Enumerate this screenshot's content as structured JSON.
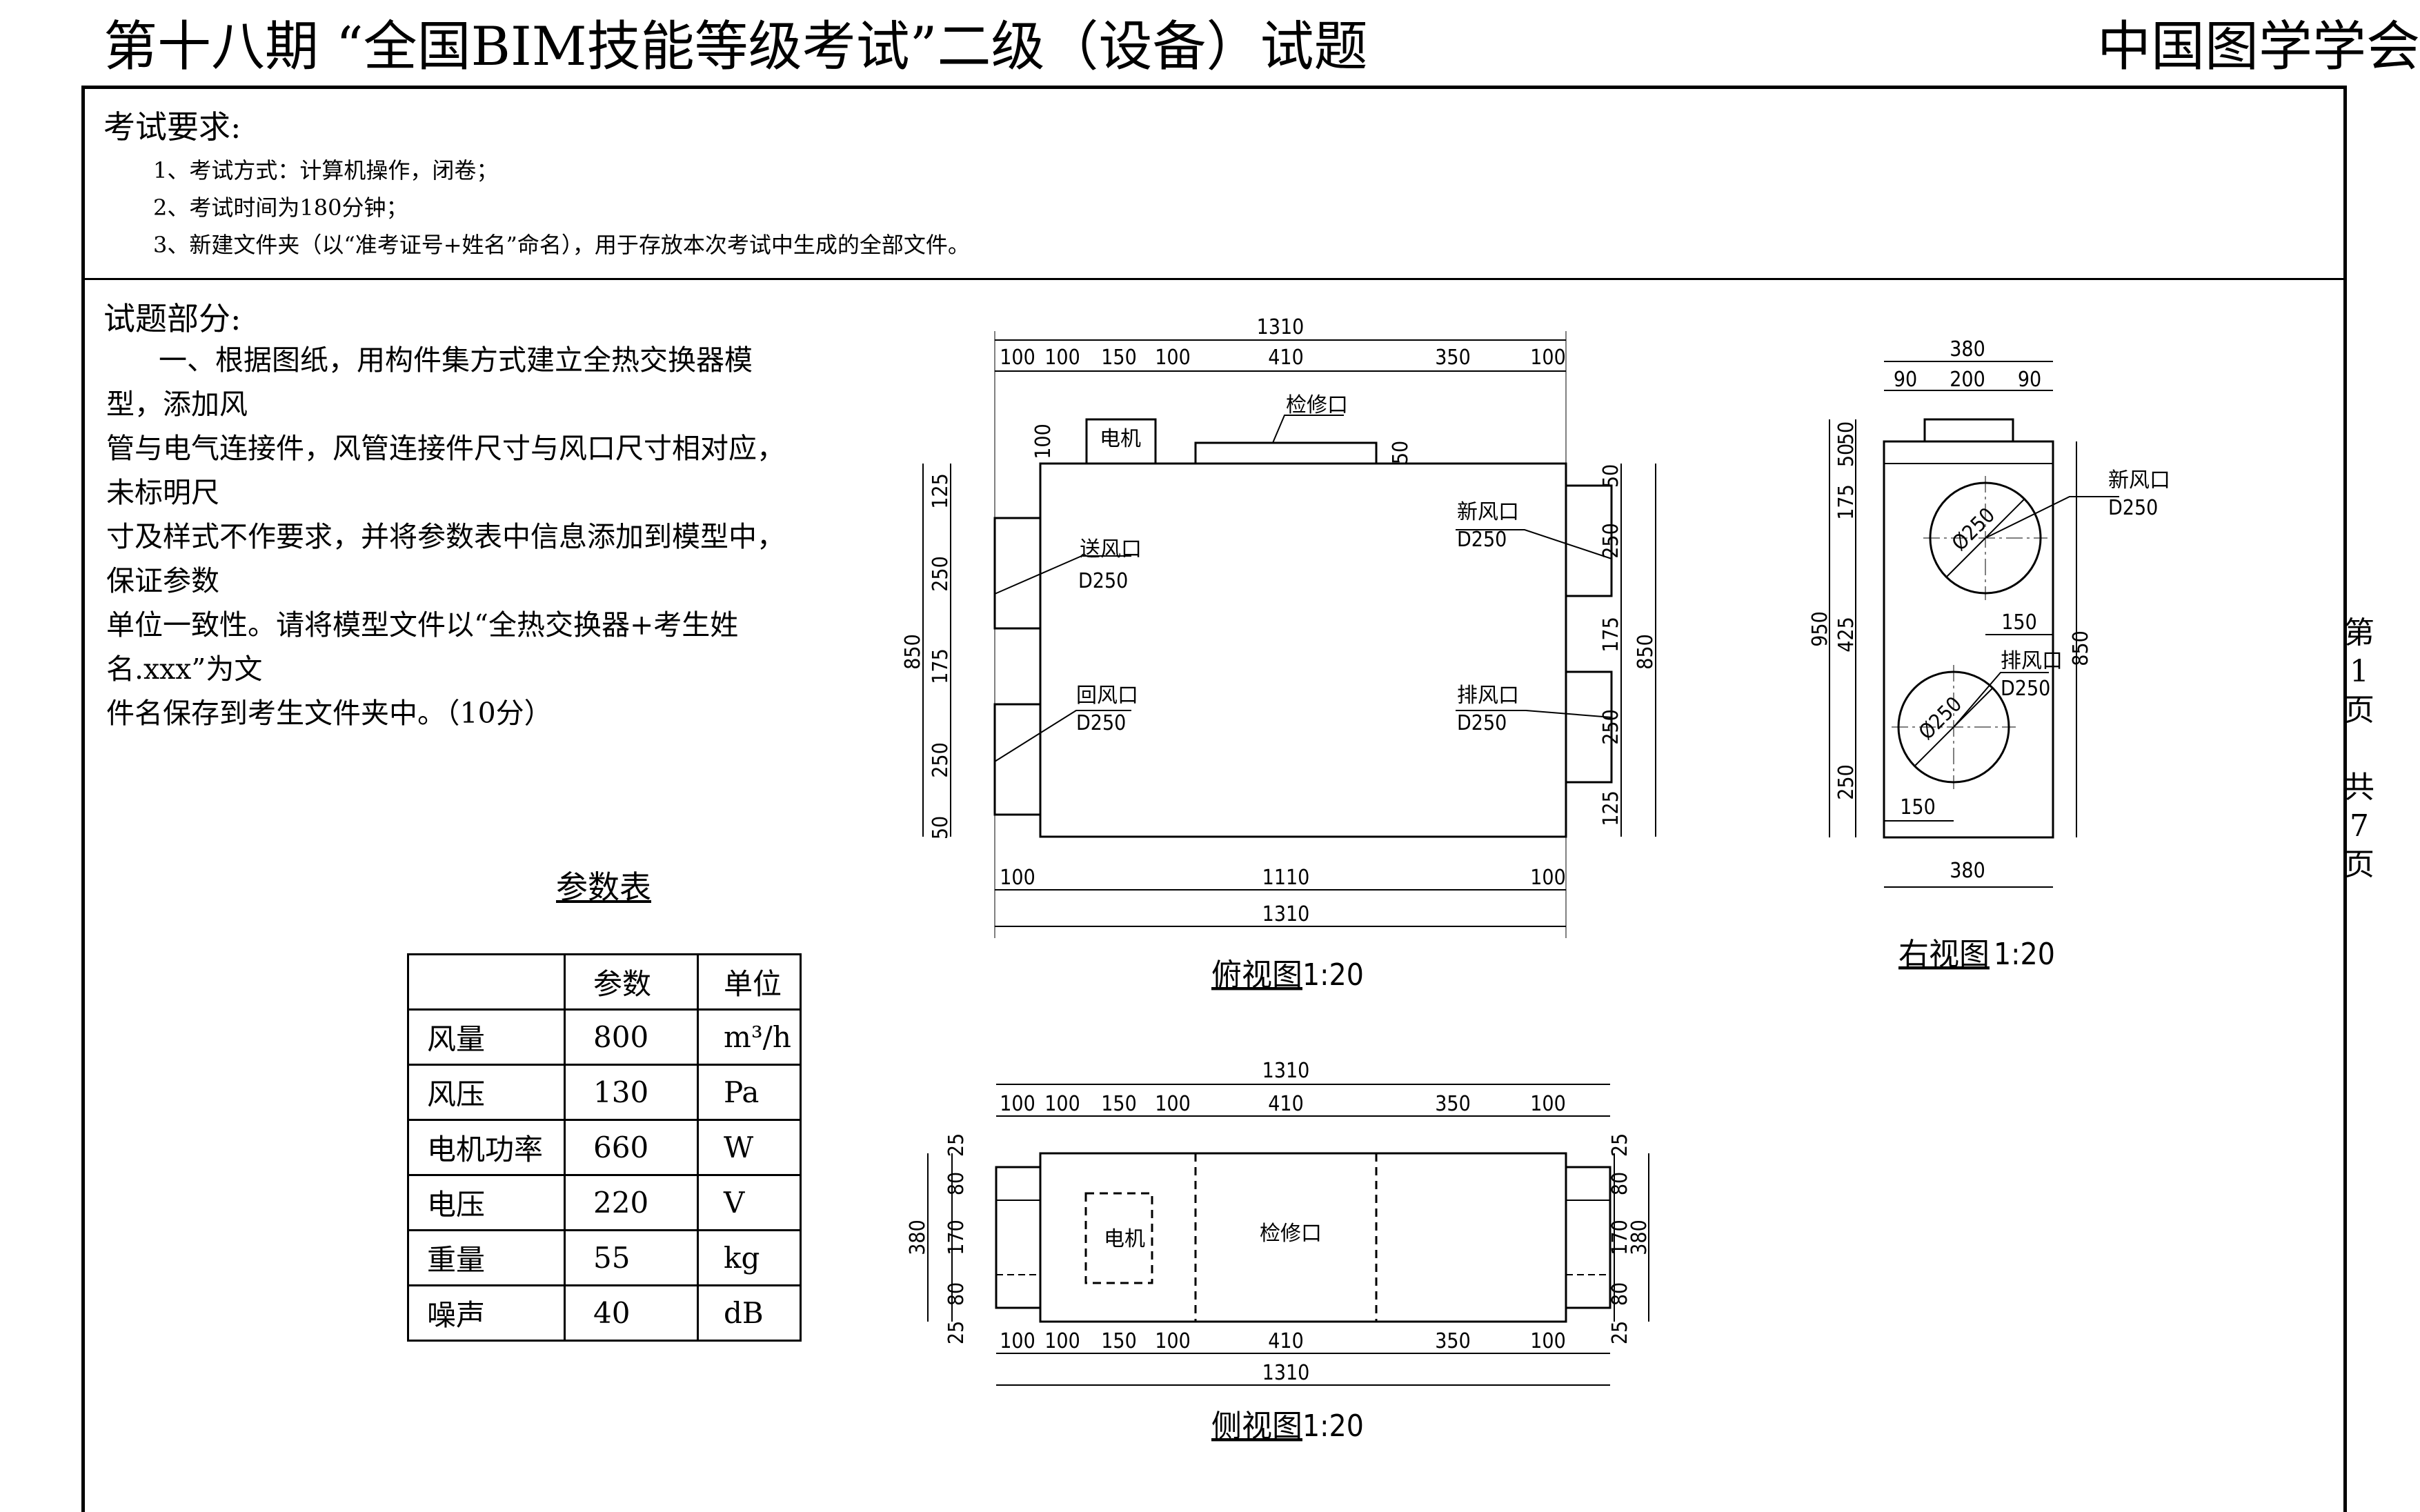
{
  "header": {
    "title": "第十八期 “全国BIM技能等级考试”二级（设备）试题",
    "org": "中国图学学会"
  },
  "requirements": {
    "title": "考试要求:",
    "items": [
      "1、考试方式：计算机操作，闭卷；",
      "2、考试时间为180分钟；",
      "3、新建文件夹（以“准考证号+姓名”命名），用于存放本次考试中生成的全部文件。"
    ]
  },
  "questions": {
    "title": "试题部分:",
    "q1_lines": [
      "一、根据图纸，用构件集方式建立全热交换器模型，添加风",
      "管与电气连接件，风管连接件尺寸与风口尺寸相对应，未标明尺",
      "寸及样式不作要求，并将参数表中信息添加到模型中，保证参数",
      "单位一致性。请将模型文件以“全热交换器+考生姓名.xxx”为文",
      "件名保存到考生文件夹中。（10分）"
    ]
  },
  "param_table": {
    "title": "参数表",
    "headers": [
      "",
      "参数",
      "单位"
    ],
    "rows": [
      [
        "风量",
        "800",
        "m³/h"
      ],
      [
        "风压",
        "130",
        "Pa"
      ],
      [
        "电机功率",
        "660",
        "W"
      ],
      [
        "电压",
        "220",
        "V"
      ],
      [
        "重量",
        "55",
        "kg"
      ],
      [
        "噪声",
        "40",
        "dB"
      ]
    ]
  },
  "page": {
    "chars": [
      "第",
      "1",
      "页",
      "共",
      "7",
      "页"
    ]
  },
  "drawings": {
    "top_view": {
      "caption": "俯视图",
      "scale": "1:20",
      "labels": {
        "motor": "电机",
        "access": "检修口",
        "supply": "送风口",
        "return": "回风口",
        "fresh": "新风口",
        "exhaust": "排风口",
        "size": "D250"
      },
      "dims_top_total": "1310",
      "dims_top": [
        "100",
        "100",
        "150",
        "100",
        "410",
        "350",
        "100"
      ],
      "dims_bottom": [
        "100",
        "1110",
        "100"
      ],
      "dims_bottom_total": "1310",
      "dims_left": [
        "125",
        "250",
        "175",
        "250",
        "50"
      ],
      "dims_left_total": "850",
      "dims_right": [
        "50",
        "250",
        "175",
        "250",
        "125"
      ],
      "dims_right_total": "850",
      "dim_motor_h": "100",
      "dim_access_h": "50"
    },
    "side_view": {
      "caption": "侧视图",
      "scale": "1:20",
      "labels": {
        "motor": "电机",
        "access": "检修口"
      },
      "dims_top_total": "1310",
      "dims_top": [
        "100",
        "100",
        "150",
        "100",
        "410",
        "350",
        "100"
      ],
      "dims_bottom": [
        "100",
        "100",
        "150",
        "100",
        "410",
        "350",
        "100"
      ],
      "dims_bottom_total": "1310",
      "dims_left": [
        "25",
        "80",
        "170",
        "80",
        "25"
      ],
      "dims_left_total": "380",
      "dims_right": [
        "25",
        "80",
        "170",
        "80",
        "25"
      ],
      "dims_right_total": "380"
    },
    "right_view": {
      "caption": "右视图",
      "scale": "1:20",
      "labels": {
        "fresh": "新风口",
        "exhaust": "排风口",
        "size": "D250",
        "dia": "Ø250"
      },
      "dims_top_total": "380",
      "dims_top": [
        "90",
        "200",
        "90"
      ],
      "dims_left": [
        "50",
        "50",
        "175",
        "425",
        "250"
      ],
      "dims_left_total": "950",
      "dims_right_total": "850",
      "dim_offset_upper": "150",
      "dim_offset_lower": "150",
      "dims_bottom_total": "380"
    }
  }
}
